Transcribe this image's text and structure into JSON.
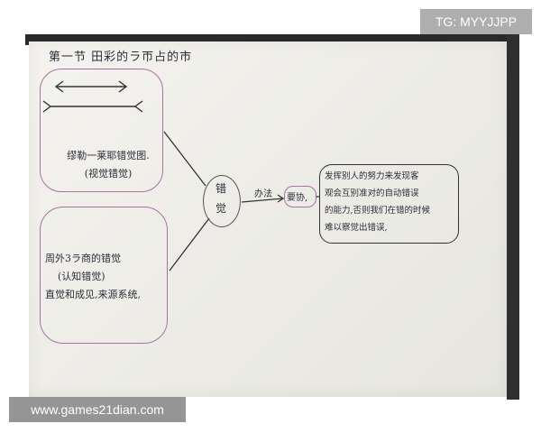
{
  "notes": {
    "title": "第一节 田彩的ラ帀占的市",
    "box1_lines": [
      "缪勒一莱耶错觉图.",
      "(视觉错觉)"
    ],
    "box2_lines": [
      "周外3ラ商的错觉",
      "(认知错觉)",
      "直觉和成见,来源系统,"
    ],
    "center_label_top": "错",
    "center_label_bottom": "觉",
    "method_label": "办法",
    "need_label": "要协,",
    "right_lines": [
      "发挥别人的努力来发现客",
      "观会互别准对的自动错误",
      "的能力,否则我们在错的时候",
      "难以察觉出错误,"
    ]
  },
  "watermarks": {
    "top": "TG: MYYJJPP",
    "bottom": "www.games21dian.com"
  }
}
